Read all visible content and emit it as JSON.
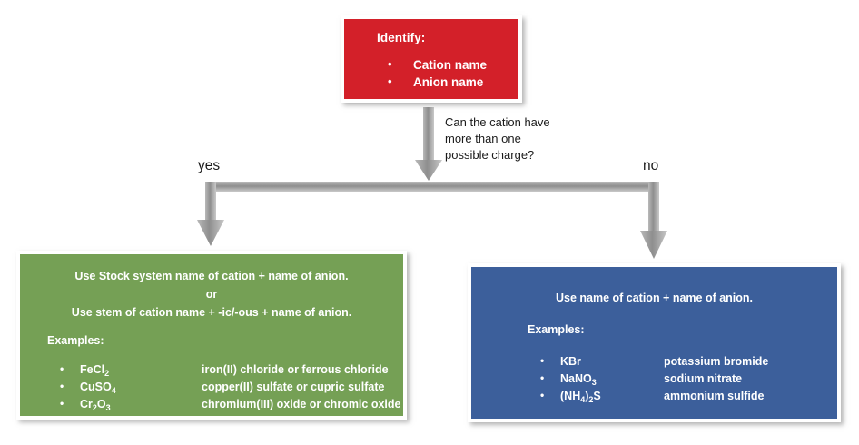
{
  "diagram": {
    "type": "flowchart",
    "title_present": false,
    "colors": {
      "start_box": "#d32029",
      "yes_box": "#75a055",
      "no_box": "#3c5f9b",
      "connector": "#9b9b9b",
      "text_on_box": "#ffffff",
      "text_on_canvas": "#1b1b1b"
    }
  },
  "identify": {
    "heading": "Identify:",
    "items": [
      "Cation name",
      "Anion name"
    ]
  },
  "decision": {
    "question": "Can the cation have\nmore than one\npossible charge?",
    "yes_label": "yes",
    "no_label": "no"
  },
  "yes_branch": {
    "rule_line_1": "Use Stock system name of cation + name of anion.",
    "rule_connector": "or",
    "rule_line_2": "Use stem of cation name + -ic/-ous + name of anion.",
    "examples_label": "Examples:",
    "examples": [
      {
        "formula_prefix": "FeCl",
        "formula_sub": "2",
        "formula_suffix": "",
        "name": "iron(II) chloride or ferrous chloride"
      },
      {
        "formula_prefix": "CuSO",
        "formula_sub": "4",
        "formula_suffix": "",
        "name": "copper(II) sulfate or cupric sulfate"
      },
      {
        "formula_prefix": "Cr",
        "formula_sub": "2",
        "formula_mid": "O",
        "formula_sub2": "3",
        "formula_suffix": "",
        "name": "chromium(III) oxide or chromic oxide"
      }
    ]
  },
  "no_branch": {
    "rule_line_1": "Use name of cation + name of anion.",
    "examples_label": "Examples:",
    "examples": [
      {
        "formula_prefix": "KBr",
        "formula_sub": "",
        "name": "potassium bromide"
      },
      {
        "formula_prefix": "NaNO",
        "formula_sub": "3",
        "name": "sodium nitrate"
      },
      {
        "formula_prefix": "(NH",
        "formula_sub": "4",
        "formula_mid": ")",
        "formula_sub2": "2",
        "formula_suffix": "S",
        "name": "ammonium sulfide"
      }
    ]
  }
}
